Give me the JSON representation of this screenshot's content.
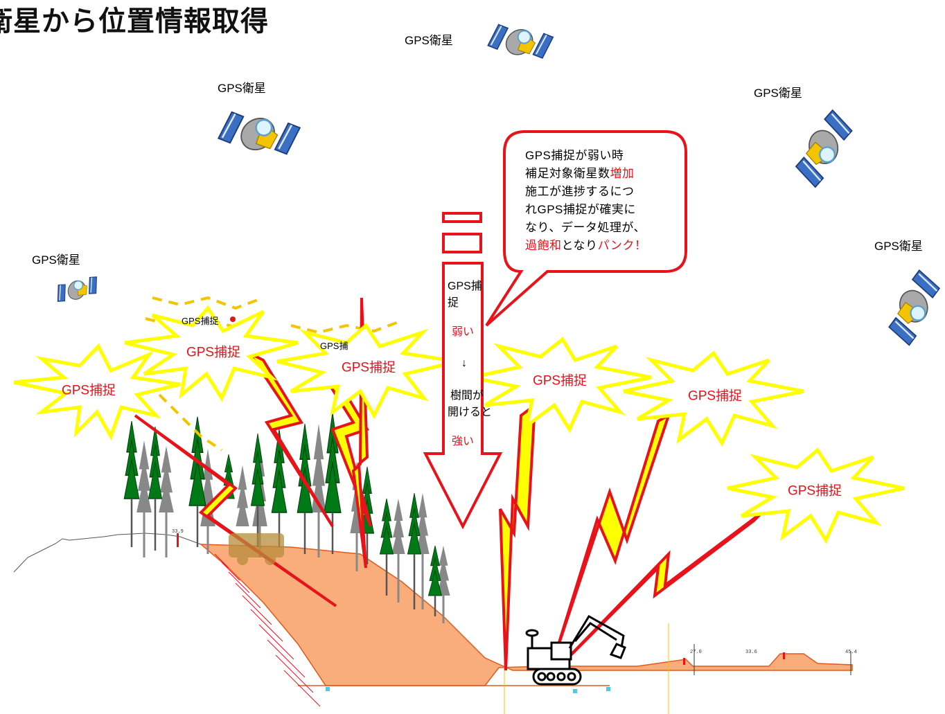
{
  "title": "衛星から位置情報取得",
  "satellites": [
    {
      "label": "GPS衛星"
    },
    {
      "label": "GPS衛星"
    },
    {
      "label": "GPS衛星"
    },
    {
      "label": "GPS衛星"
    },
    {
      "label": "GPS衛星"
    }
  ],
  "bursts": [
    {
      "label": "GPS捕捉"
    },
    {
      "label": "GPS捕捉"
    },
    {
      "label": "GPS捕捉"
    },
    {
      "label": "GPS捕捉"
    },
    {
      "label": "GPS捕捉"
    },
    {
      "label": "GPS捕捉"
    }
  ],
  "faded_labels": [
    "GPS捕捉",
    "GPS捕"
  ],
  "arrow": {
    "line1": "GPS捕",
    "line2": "捉",
    "weak": "弱い",
    "down": "↓",
    "line3": "樹間が",
    "line4": "開けると",
    "strong": "強い"
  },
  "callout": {
    "line1": "GPS捕捉が弱い時",
    "line2_a": "補足対象衛星数",
    "line2_b": "増加",
    "line3": "施工が進捗するにつ",
    "line4": "れGPS捕捉が確実に",
    "line5": "なり、データ処理が、",
    "line6_a": "過飽和",
    "line6_b": "となり",
    "line6_c": "パンク！"
  },
  "ticks": [
    "33.9",
    "27.0",
    "33.6",
    "45.4"
  ],
  "colors": {
    "red": "#e8121a",
    "yellow": "#ffff00",
    "fill": "#f8ad7a",
    "tree": "#007a16",
    "trunk": "#888888"
  }
}
